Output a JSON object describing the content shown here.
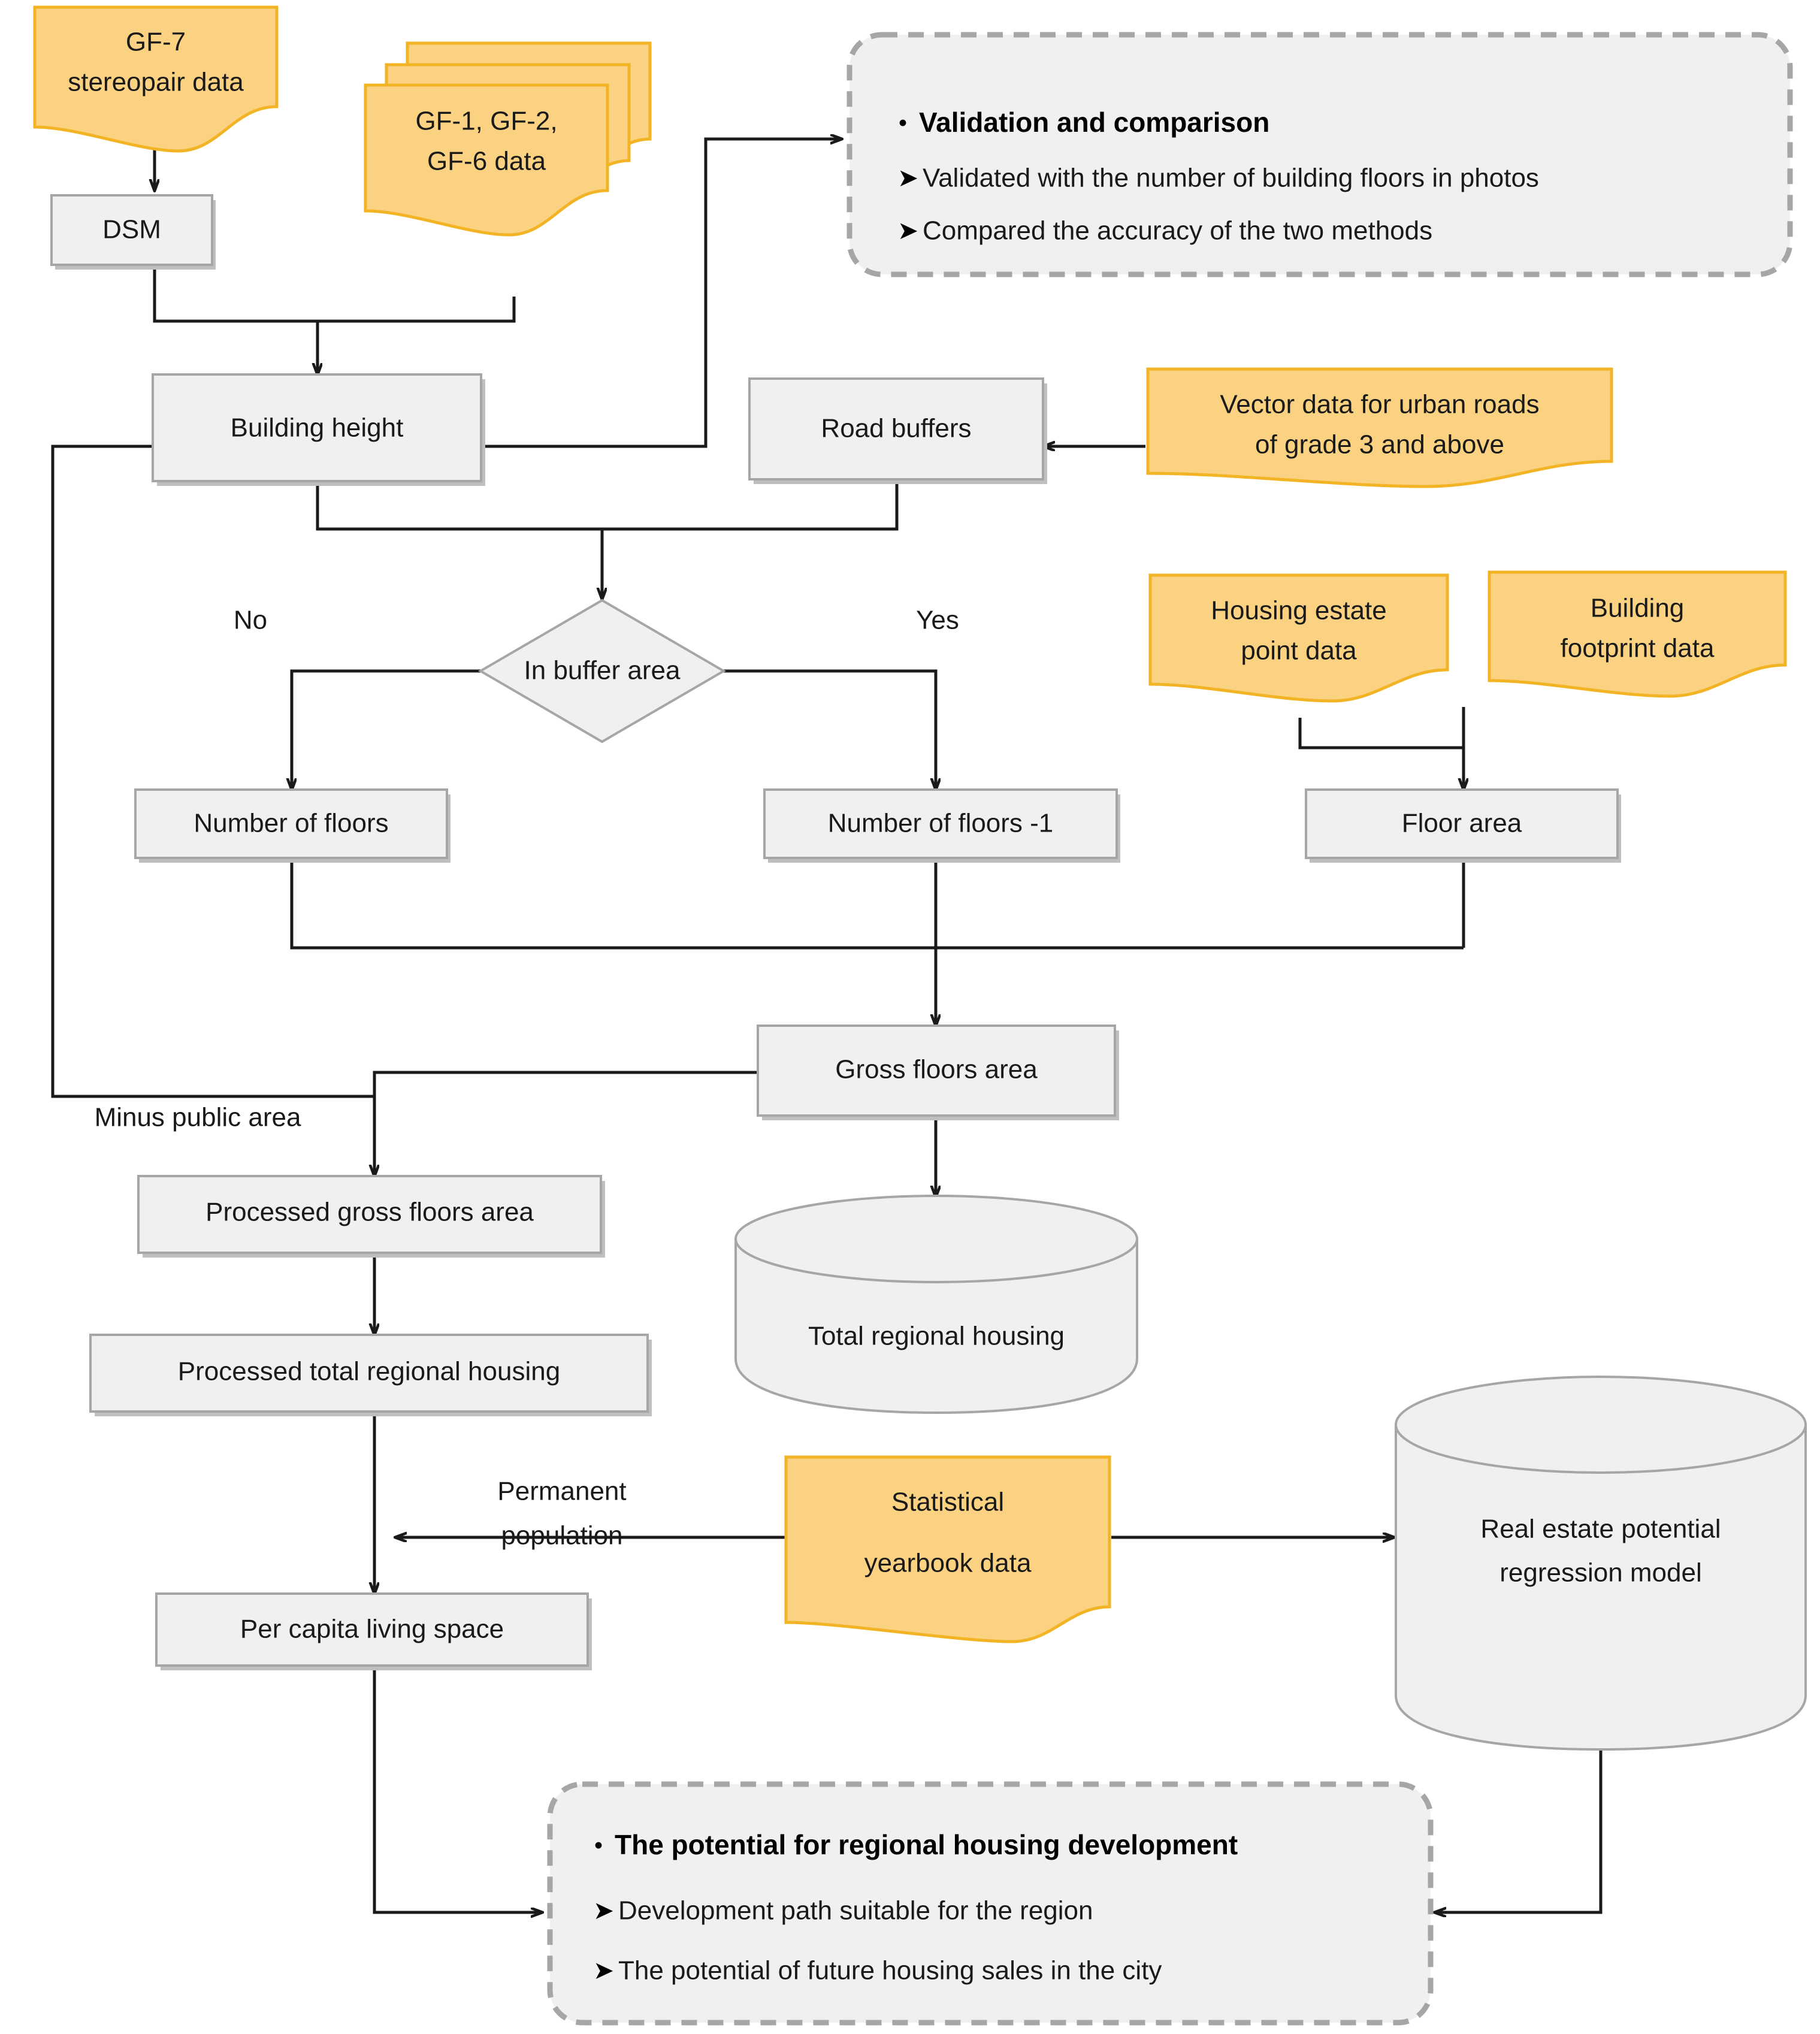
{
  "diagram": {
    "title": "Regional housing potential estimation workflow",
    "colors": {
      "data_fill": "#FBD281",
      "data_stroke": "#F2B425",
      "process_fill": "#F0F0F0",
      "process_stroke": "#A6A6A6",
      "connector": "#1A1A1A",
      "callout_stroke": "#A6A6A6",
      "background": "#FFFFFF"
    },
    "nodes": {
      "gf7_data": {
        "label_line1": "GF-7",
        "label_line2": "stereopair data",
        "shape": "document"
      },
      "dsm": {
        "label": "DSM",
        "shape": "process"
      },
      "gf_multi_data": {
        "label_line1": "GF-1, GF-2,",
        "label_line2": "GF-6 data",
        "shape": "multi-document"
      },
      "building_height": {
        "label": "Building height",
        "shape": "process"
      },
      "road_buffers": {
        "label": "Road buffers",
        "shape": "process"
      },
      "road_vector_data": {
        "label_line1": "Vector data for urban roads",
        "label_line2": "of grade 3 and above",
        "shape": "document"
      },
      "in_buffer_area": {
        "label": "In buffer area",
        "shape": "decision"
      },
      "housing_estate_points": {
        "label_line1": "Housing estate",
        "label_line2": "point data",
        "shape": "document"
      },
      "building_footprint": {
        "label_line1": "Building",
        "label_line2": "footprint data",
        "shape": "document"
      },
      "number_of_floors": {
        "label": "Number of floors",
        "shape": "process"
      },
      "number_of_floors_minus_1": {
        "label": "Number of floors -1",
        "shape": "process"
      },
      "floor_area": {
        "label": "Floor area",
        "shape": "process"
      },
      "gross_floors_area": {
        "label": "Gross floors area",
        "shape": "process"
      },
      "processed_gross_floors_area": {
        "label": "Processed gross floors area",
        "shape": "process"
      },
      "total_regional_housing": {
        "label": "Total regional housing",
        "shape": "database"
      },
      "processed_total_regional_housing": {
        "label": "Processed total regional housing",
        "shape": "process"
      },
      "statistical_yearbook": {
        "label_line1": "Statistical",
        "label_line2": "yearbook data",
        "shape": "document"
      },
      "real_estate_model": {
        "label_line1": "Real estate potential",
        "label_line2": "regression model",
        "shape": "database"
      },
      "per_capita_living_space": {
        "label": "Per capita living space",
        "shape": "process"
      }
    },
    "edge_labels": {
      "no": "No",
      "yes": "Yes",
      "minus_public_area": "Minus public area",
      "permanent_population_line1": "Permanent",
      "permanent_population_line2": "population"
    },
    "callouts": {
      "validation": {
        "heading": "Validation and comparison",
        "items": [
          "Validated with the number of building floors in photos",
          "Compared the accuracy of the two methods"
        ]
      },
      "potential": {
        "heading": "The potential for regional housing development",
        "items": [
          "Development path suitable for the region",
          "The potential of future housing sales in the city"
        ]
      }
    },
    "glyphs": {
      "bullet": "•",
      "arrowhead": "➤"
    }
  }
}
